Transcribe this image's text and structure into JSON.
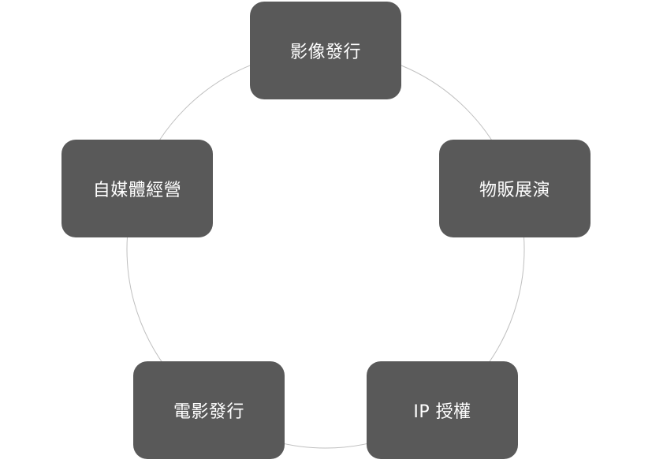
{
  "diagram": {
    "type": "cycle",
    "colors": {
      "node_fill": "#595959",
      "node_text": "#ffffff",
      "ring": "#bfbfbf"
    },
    "nodes": [
      {
        "id": "video-release",
        "label": "影像發行"
      },
      {
        "id": "merch-exhibition",
        "label": "物販展演"
      },
      {
        "id": "ip-licensing",
        "label": "IP 授權"
      },
      {
        "id": "film-release",
        "label": "電影發行"
      },
      {
        "id": "self-media",
        "label": "自媒體經營"
      }
    ]
  }
}
